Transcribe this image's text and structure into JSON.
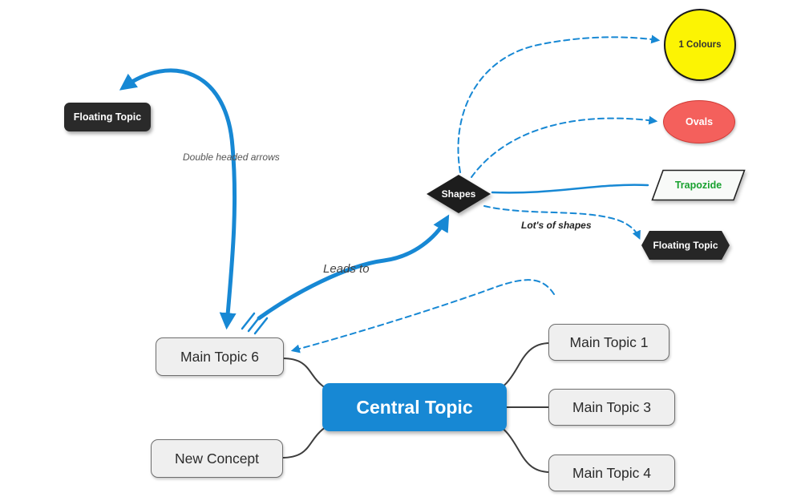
{
  "nodes": {
    "central": "Central Topic",
    "main_topic_6": "Main Topic 6",
    "new_concept": "New Concept",
    "main_topic_1": "Main Topic 1",
    "main_topic_3": "Main Topic 3",
    "main_topic_4": "Main Topic 4",
    "floating_left": "Floating Topic",
    "shapes": "Shapes",
    "colours": "1 Colours",
    "ovals": "Ovals",
    "trapozide": "Trapozide",
    "floating_right": "Floating Topic"
  },
  "annotations": {
    "double_headed": "Double headed arrows",
    "leads_to": "Leads to",
    "lots_of_shapes": "Lot's of shapes"
  },
  "colors": {
    "accent_blue": "#1788d4",
    "branch": "#3d3d3d",
    "node_fill": "#efefef",
    "node_border": "#6e6e6e",
    "dark_node": "#2a2a2a",
    "yellow": "#fcf403",
    "red": "#f4605c",
    "green": "#18a12f"
  }
}
